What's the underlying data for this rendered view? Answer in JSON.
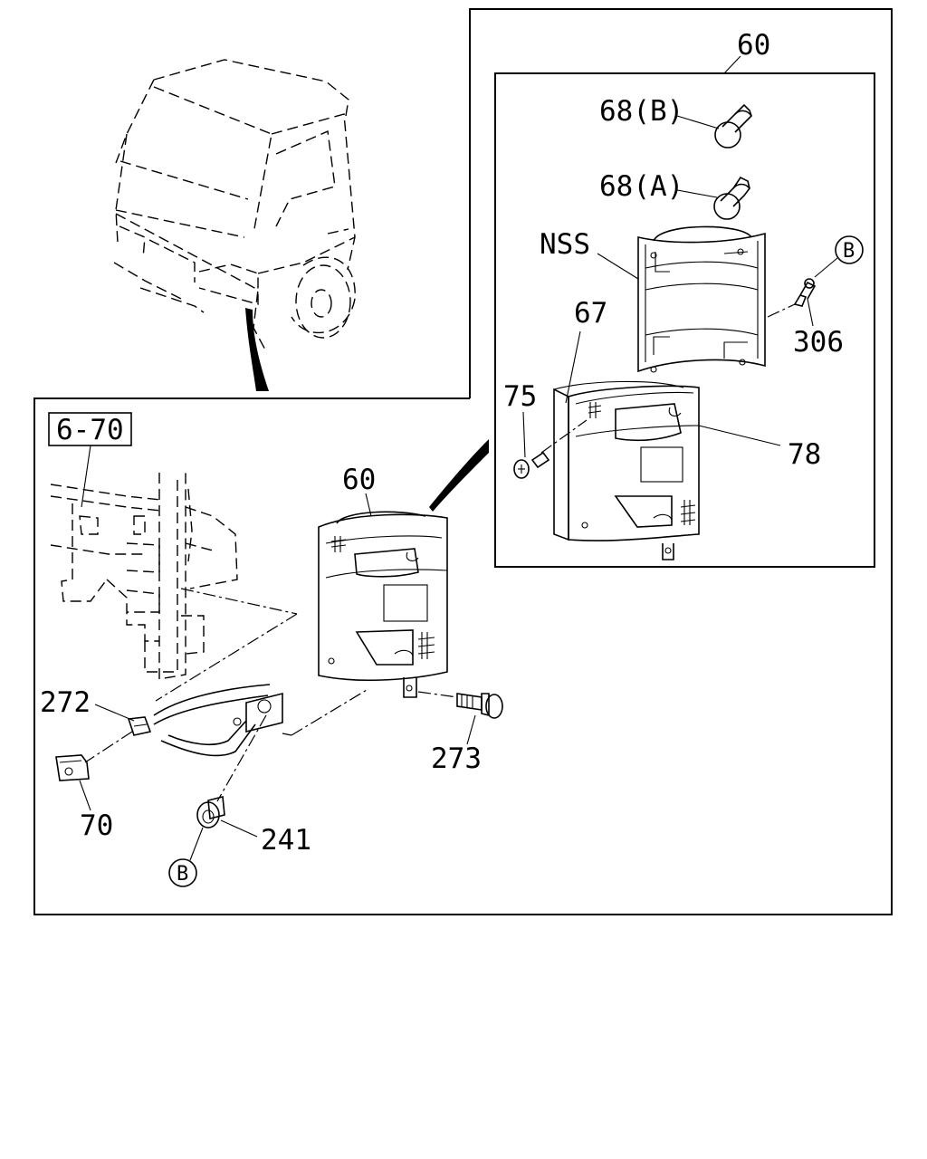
{
  "callouts": {
    "ref_box": "6-70",
    "assy_top": "60",
    "assy_main": "60",
    "bulb_b": "68(B)",
    "bulb_a": "68(A)",
    "nss": "NSS",
    "p67": "67",
    "p75": "75",
    "p78": "78",
    "p306": "306",
    "p272": "272",
    "p273": "273",
    "p70": "70",
    "p241": "241",
    "ref_b_top": "B",
    "ref_b_bottom": "B"
  }
}
